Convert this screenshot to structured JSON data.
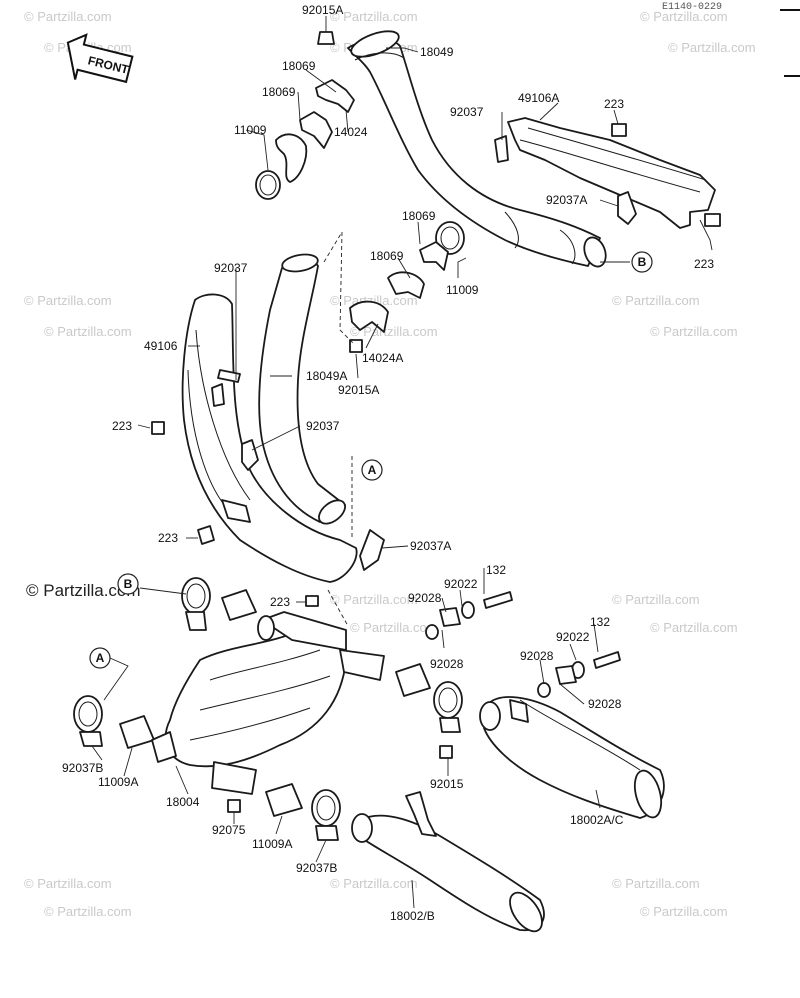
{
  "diagram_code": "E1140-0229",
  "front_label": "FRONT",
  "watermark": "© Partzilla.com",
  "watermark_main": "© Partzilla.com",
  "refs": {
    "a": "A",
    "b": "B"
  },
  "labels": {
    "p92015A": "92015A",
    "p18049_top": "18049",
    "p18069_a": "18069",
    "p18069_b": "18069",
    "p11009_top": "11009",
    "p14024": "14024",
    "p92037_top": "92037",
    "p49106A": "49106A",
    "p223_a": "223",
    "p92037A_top": "92037A",
    "p223_b": "223",
    "p18069_c": "18069",
    "p18069_d": "18069",
    "p11009_mid": "11009",
    "p92037_left": "92037",
    "p49106": "49106",
    "p18049A": "18049A",
    "p14024A": "14024A",
    "p92015A_mid": "92015A",
    "p223_left": "223",
    "p92037_mid": "92037",
    "p223_lower": "223",
    "p92037A_mid": "92037A",
    "p223_clamp": "223",
    "p132_a": "132",
    "p92022_a": "92022",
    "p92028_a": "92028",
    "p92028_b": "92028",
    "p132_b": "132",
    "p92022_b": "92022",
    "p92028_c": "92028",
    "p92028_d": "92028",
    "p92037B_left": "92037B",
    "p11009A_left": "11009A",
    "p18004": "18004",
    "p92075": "92075",
    "p11009A_bot": "11009A",
    "p92037B_bot": "92037B",
    "p92015": "92015",
    "p18002AC": "18002A/C",
    "p18002B": "18002/B"
  }
}
